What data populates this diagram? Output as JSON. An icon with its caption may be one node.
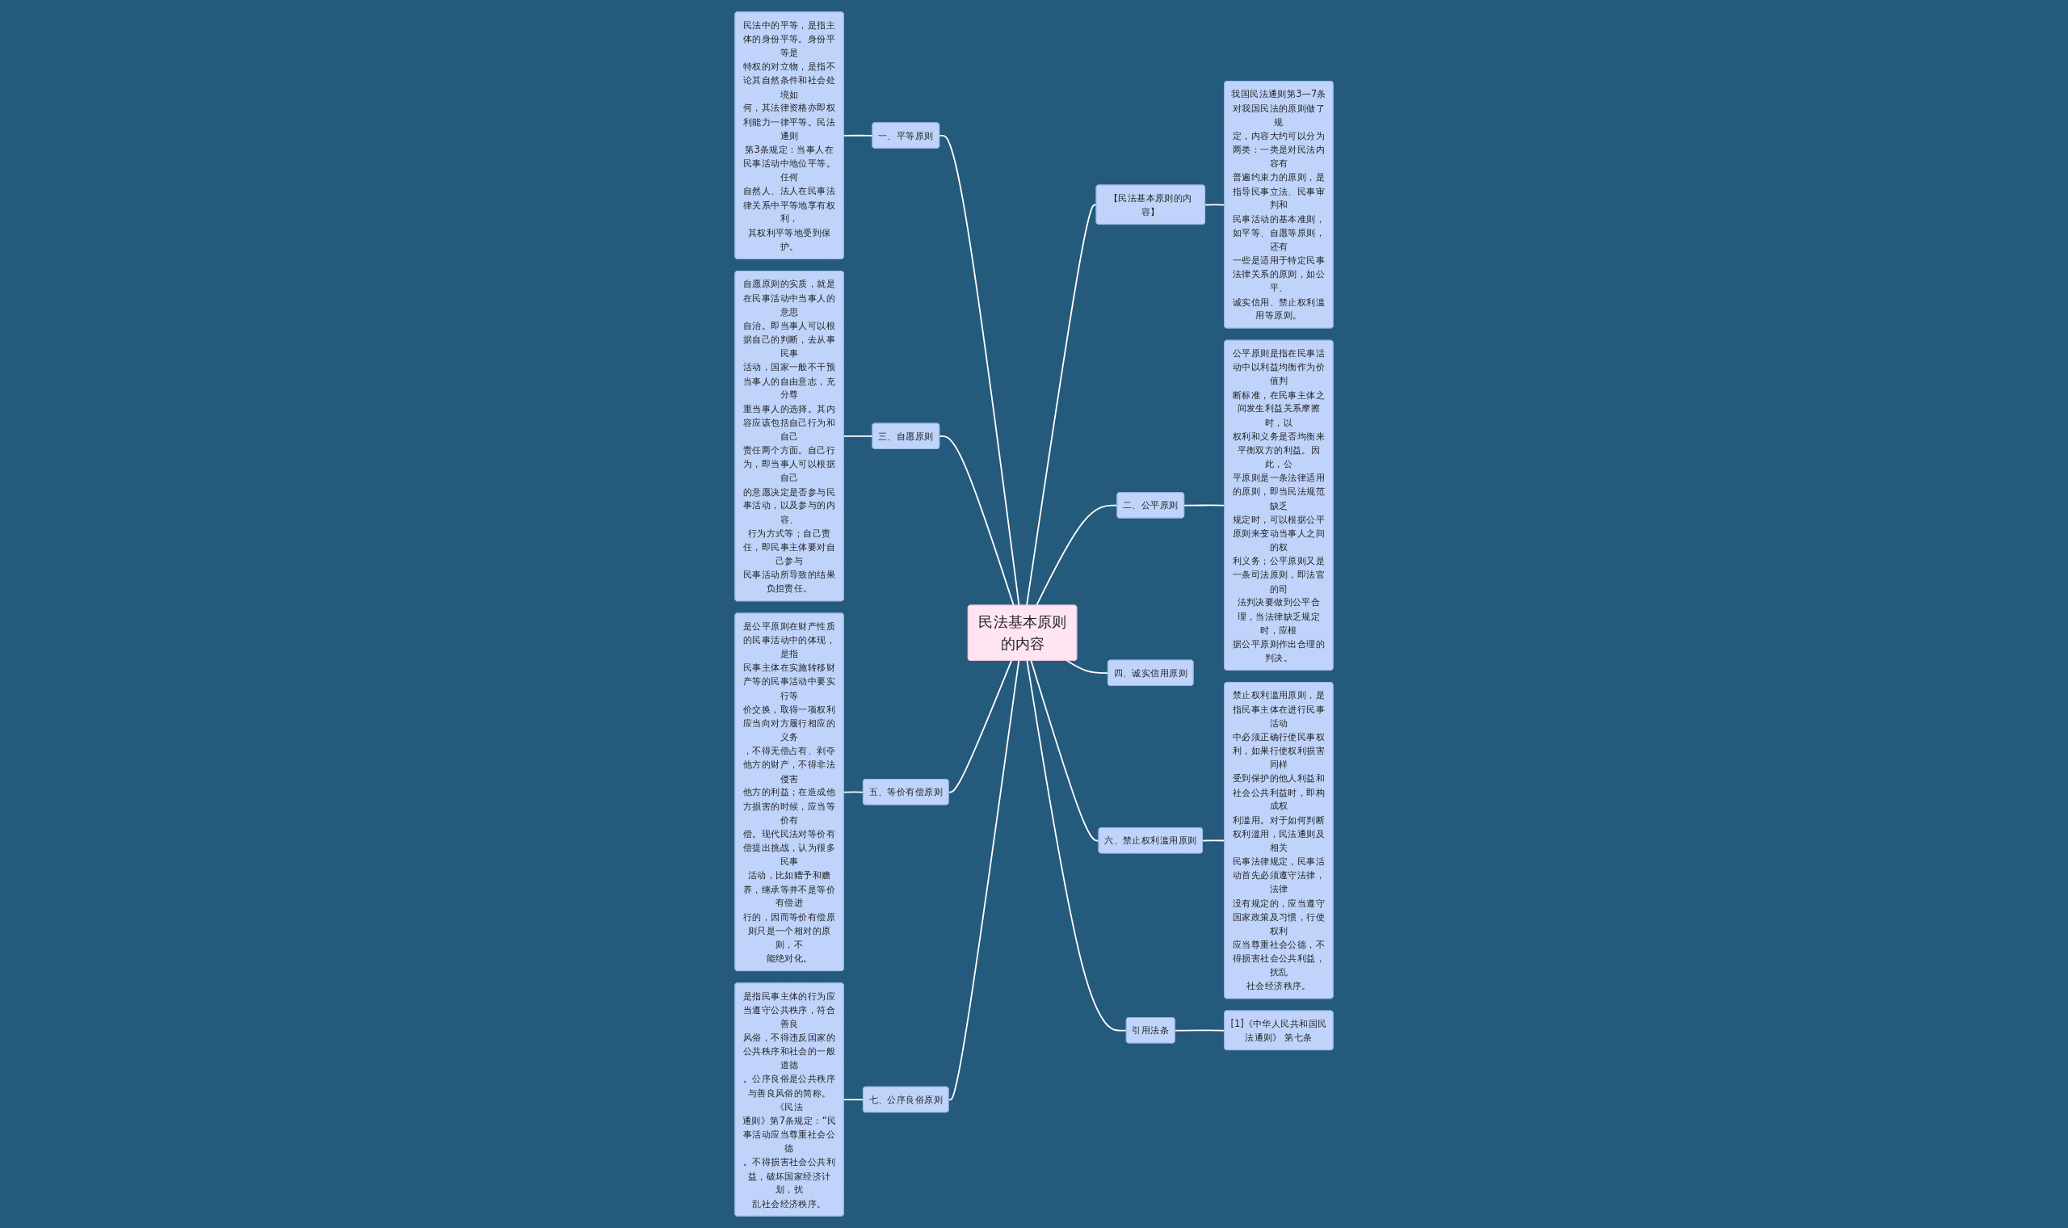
{
  "diagram": {
    "nodes": [
      {
        "text": [
          "民法基本原则的内容"
        ]
      },
      {
        "text": [
          "【民法基本原则的内容】"
        ]
      },
      {
        "text": [
          "我国民法通则第3—7条对我国民法的原则做了规定，内容大约可以分为两类：一类是对民法内容有普遍约束力的原则，是指导民事立法、民事审判和民事活动的基本准则，如平等、自愿等原则，还有一些是适用于特定民事法律关系的原则，如公平、诚实信用、禁止权利滥用等原则。"
        ]
      },
      {
        "text": [
          "二、公平原则"
        ]
      },
      {
        "text": [
          "公平原则是指在民事活动中以利益均衡作为价值判断标准，在民事主体之间发生利益关系摩擦时，以权利和义务是否均衡来平衡双方的利益。因此，公平原则是一条法律适用的原则，即当民法规范缺乏规定时，可以根据公平原则来变动当事人之间的权利义务；公平原则又是一条司法原则，即法官的司法判决要做到公平合理，当法律缺乏规定时，应根据公平原则作出合理的判决。"
        ]
      },
      {
        "text": [
          "四、诚实信用原则"
        ]
      },
      {
        "text": [
          "六、禁止权利滥用原则"
        ]
      },
      {
        "text": [
          "禁止权利滥用原则，是指民事主体在进行民事活动中必须正确行使民事权利，如果行使权利损害同样受到保护的他人利益和社会公共利益时，即构成权利滥用。对于如何判断权利滥用，民法通则及相关民事法律规定，民事活动首先必须遵守法律，法律没有规定的，应当遵守国家政策及习惯，行使权利应当尊重社会公德，不得损害社会公共利益，扰乱社会经济秩序。"
        ]
      },
      {
        "text": [
          "引用法条"
        ]
      },
      {
        "text": [
          "[1]《中华人民共和国民法通则》 第七条"
        ]
      },
      {
        "text": [
          "一、平等原则"
        ]
      },
      {
        "text": [
          "民法中的平等，是指主体的身份平等。身份平等是特权的对立物，是指不论其自然条件和社会处境如何，其法律资格亦即权利能力一律平等。民法通则第3条规定：当事人在民事活动中地位平等。任何自然人、法人在民事法律关系中平等地享有权利，其权利平等地受到保护。"
        ]
      },
      {
        "text": [
          "三、自愿原则"
        ]
      },
      {
        "text": [
          "自愿原则的实质，就是在民事活动中当事人的意思自治。即当事人可以根据自己的判断，去从事民事活动，国家一般不干预当事人的自由意志，充分尊重当事人的选择。其内容应该包括自己行为和自己责任两个方面。自己行为，即当事人可以根据自己的意愿决定是否参与民事活动，以及参与的内容、行为方式等；自己责任，即民事主体要对自己参与民事活动所导致的结果负担责任。"
        ]
      },
      {
        "text": [
          "五、等价有偿原则"
        ]
      },
      {
        "text": [
          "是公平原则在财产性质的民事活动中的体现，是指民事主体在实施转移财产等的民事活动中要实行等价交换，取得一项权利应当向对方履行相应的义务，不得无偿占有、剥夺他方的财产，不得非法侵害他方的利益；在造成他方损害的时候，应当等价有偿。现代民法对等价有偿提出挑战，认为很多民事活动，比如赠予和赡养，继承等并不是等价有偿进行的，因而等价有偿原则只是一个相对的原则，不能绝对化。"
        ]
      },
      {
        "text": [
          "七、公序良俗原则"
        ]
      },
      {
        "text": [
          "是指民事主体的行为应当遵守公共秩序，符合善良风俗，不得违反国家的公共秩序和社会的一般道德。公序良俗是公共秩序与善良风俗的简称。《民法通则》第7条规定：“民事活动应当尊重社会公德。不得损害社会公共利益，破坏国家经济计划，扰乱社会经济秩序。"
        ]
      }
    ],
    "edges": [
      {
        "from": 0,
        "to": 1,
        "arrow": "none"
      },
      {
        "from": 1,
        "to": 2,
        "arrow": "none"
      },
      {
        "from": 0,
        "to": 3,
        "arrow": "none"
      },
      {
        "from": 3,
        "to": 4,
        "arrow": "none"
      },
      {
        "from": 0,
        "to": 5,
        "arrow": "none"
      },
      {
        "from": 0,
        "to": 6,
        "arrow": "none"
      },
      {
        "from": 6,
        "to": 7,
        "arrow": "none"
      },
      {
        "from": 0,
        "to": 8,
        "arrow": "none"
      },
      {
        "from": 8,
        "to": 9,
        "arrow": "none"
      },
      {
        "from": 0,
        "to": 10,
        "arrow": "none"
      },
      {
        "from": 10,
        "to": 11,
        "arrow": "none"
      },
      {
        "from": 0,
        "to": 12,
        "arrow": "none"
      },
      {
        "from": 12,
        "to": 13,
        "arrow": "none"
      },
      {
        "from": 0,
        "to": 14,
        "arrow": "none"
      },
      {
        "from": 14,
        "to": 15,
        "arrow": "none"
      },
      {
        "from": 0,
        "to": 16,
        "arrow": "none"
      },
      {
        "from": 16,
        "to": 17,
        "arrow": "none"
      }
    ]
  }
}
